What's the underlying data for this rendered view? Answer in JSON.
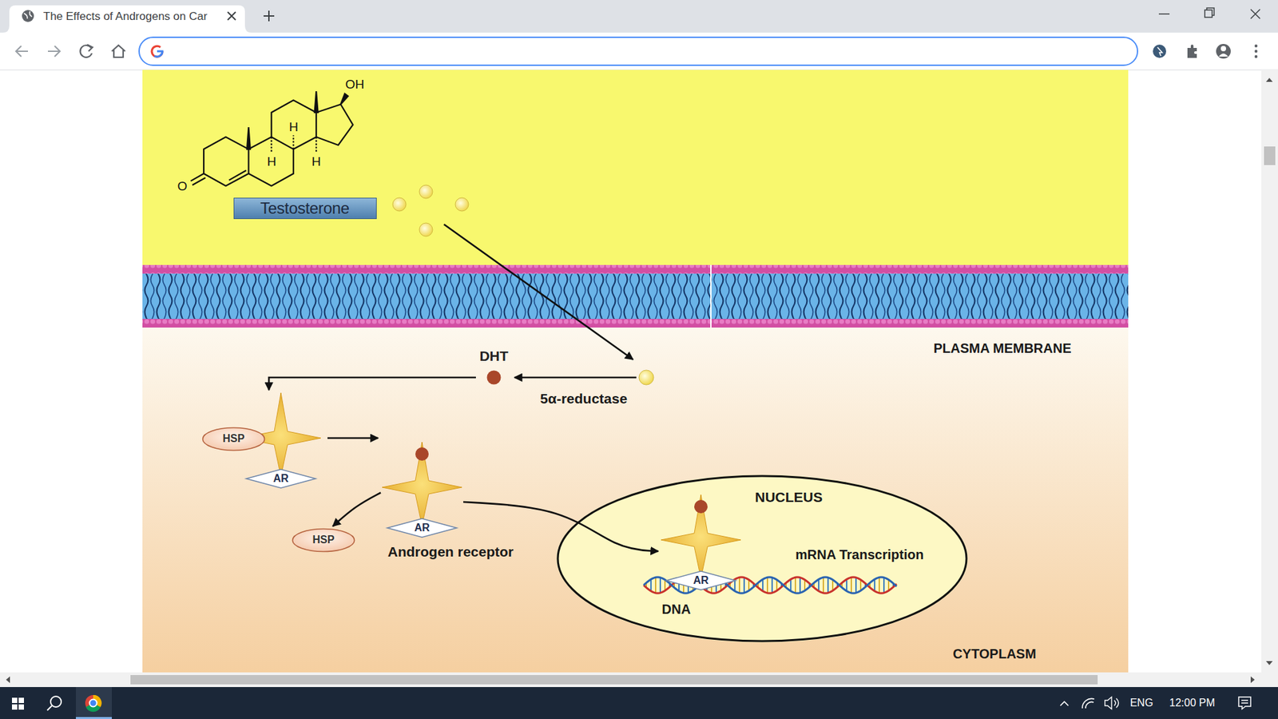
{
  "diagram": {
    "nodes": [
      {
        "text": [
          "Testosterone"
        ]
      },
      {
        "text": [
          "DHT"
        ]
      },
      {
        "text": [
          "HSP"
        ]
      },
      {
        "text": [
          "AR"
        ]
      },
      {
        "text": [
          "AR"
        ]
      },
      {
        "text": [
          "HSP"
        ]
      },
      {
        "text": [
          "NUCLEUS"
        ]
      },
      {
        "text": [
          "AR"
        ],
        "in": 6
      }
    ],
    "edges": [
      {
        "from": 1,
        "to": 3,
        "arrow": "to"
      },
      {
        "from": 3,
        "to": 4,
        "arrow": "to"
      },
      {
        "from": 4,
        "to": 5,
        "arrow": "to"
      },
      {
        "from": 4,
        "to": 7,
        "arrow": "to"
      }
    ],
    "labels": [
      "The Effects of Androgens on Car",
      "OH",
      "H",
      "H",
      "H",
      "O",
      "5α-reductase",
      "Androgen receptor",
      "mRNA Transcription",
      "DNA",
      "PLASMA MEMBRANE",
      "CYTOPLASM",
      "ENG",
      "12:00 PM"
    ]
  }
}
